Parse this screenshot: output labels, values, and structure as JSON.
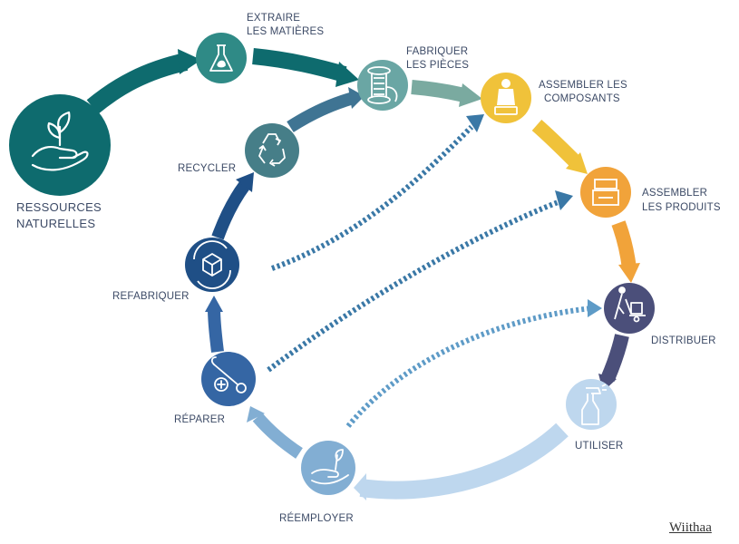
{
  "diagram": {
    "colors": {
      "dark_teal": "#0e6b6e",
      "teal": "#2f8a86",
      "slate_teal": "#467e88",
      "steel_blue": "#3f7493",
      "navy": "#1f4f86",
      "blue": "#3566a4",
      "light_blue": "#82aed3",
      "pale_blue": "#bed7ee",
      "yellow": "#f0c23a",
      "orange": "#f1a33a",
      "purple": "#4b4f7a",
      "dots": "#3a78a6"
    },
    "nodes": {
      "ressources": {
        "label_1": "RESSOURCES",
        "label_2": "NATURELLES",
        "icon": "hand-plant-icon"
      },
      "extraire": {
        "label_1": "EXTRAIRE",
        "label_2": "LES MATIÈRES",
        "icon": "flask-icon"
      },
      "fabriquer": {
        "label_1": "FABRIQUER",
        "label_2": "LES PIÈCES",
        "icon": "spool-icon"
      },
      "assembler_composants": {
        "label_1": "ASSEMBLER LES",
        "label_2": "COMPOSANTS",
        "icon": "figure-icon"
      },
      "assembler_produits": {
        "label_1": "ASSEMBLER",
        "label_2": "LES PRODUITS",
        "icon": "boxes-icon"
      },
      "distribuer": {
        "label": "DISTRIBUER",
        "icon": "hand-truck-icon"
      },
      "utiliser": {
        "label": "UTILISER",
        "icon": "spray-bottle-icon"
      },
      "reemployer": {
        "label": "RÉEMPLOYER",
        "icon": "hand-sprout-icon"
      },
      "reparer": {
        "label": "RÉPARER",
        "icon": "wrench-icon"
      },
      "refabriquer": {
        "label": "REFABRIQUER",
        "icon": "cube-cycle-icon"
      },
      "recycler": {
        "label": "RECYCLER",
        "icon": "recycle-icon"
      }
    }
  },
  "credit": "Wiithaa"
}
